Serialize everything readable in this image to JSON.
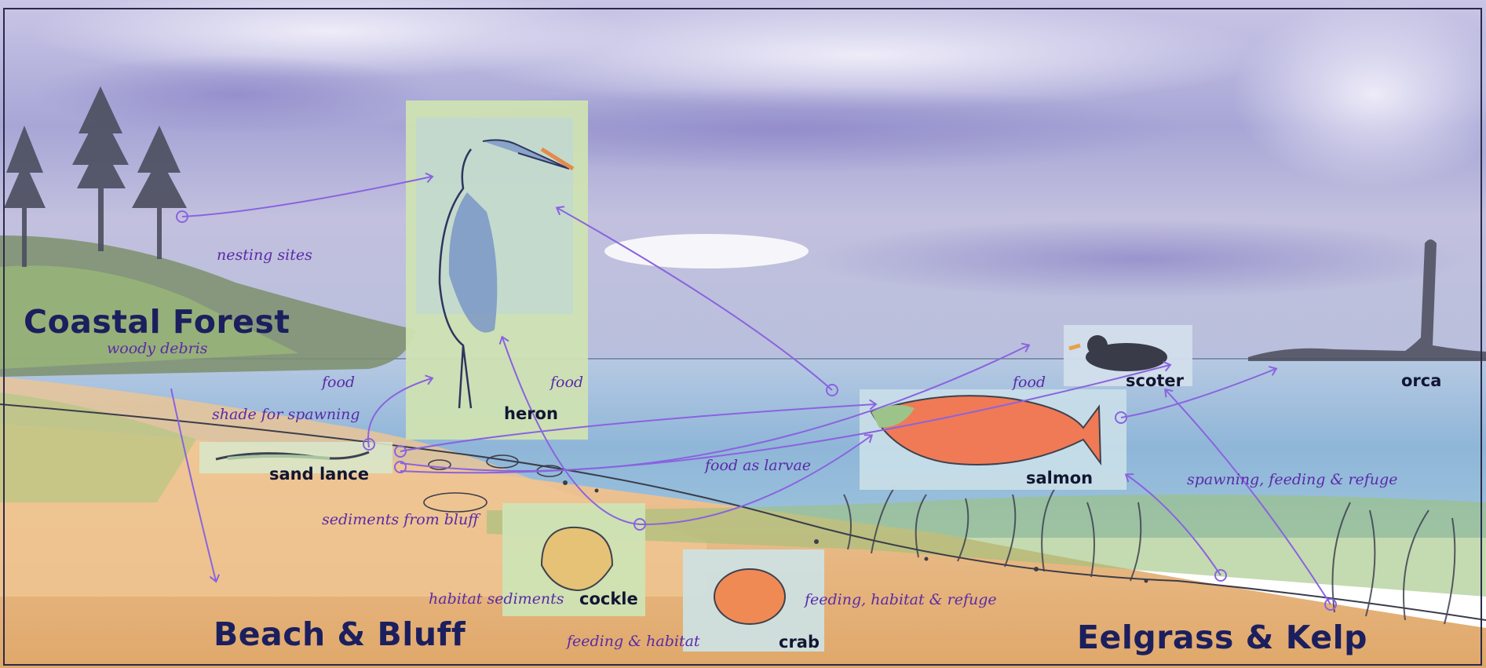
{
  "zones": {
    "coastal_forest": "Coastal Forest",
    "beach_bluff": "Beach & Bluff",
    "eelgrass_kelp": "Eelgrass & Kelp"
  },
  "animals": {
    "heron": "heron",
    "sand_lance": "sand lance",
    "cockle": "cockle",
    "crab": "crab",
    "salmon": "salmon",
    "scoter": "scoter",
    "orca": "orca"
  },
  "relationships": {
    "nesting_sites": "nesting sites",
    "woody_debris": "woody debris",
    "food_1": "food",
    "shade_for_spawning": "shade for spawning",
    "food_2": "food",
    "food_3": "food",
    "food_as_larvae": "food as larvae",
    "sediments_from_bluff": "sediments from bluff",
    "habitat_sediments": "habitat sediments",
    "feeding_habitat": "feeding & habitat",
    "feeding_habitat_refuge": "feeding, habitat & refuge",
    "spawning_feeding_refuge": "spawning, feeding & refuge"
  },
  "colors": {
    "zone_title": "#1b1f5e",
    "relationship_text": "#5a2aa8",
    "arrow": "#8a63e0",
    "sky": "#a9a9d8",
    "water": "#8fb6d8",
    "sand": "#e6b27a",
    "grass": "#9fc07a"
  }
}
